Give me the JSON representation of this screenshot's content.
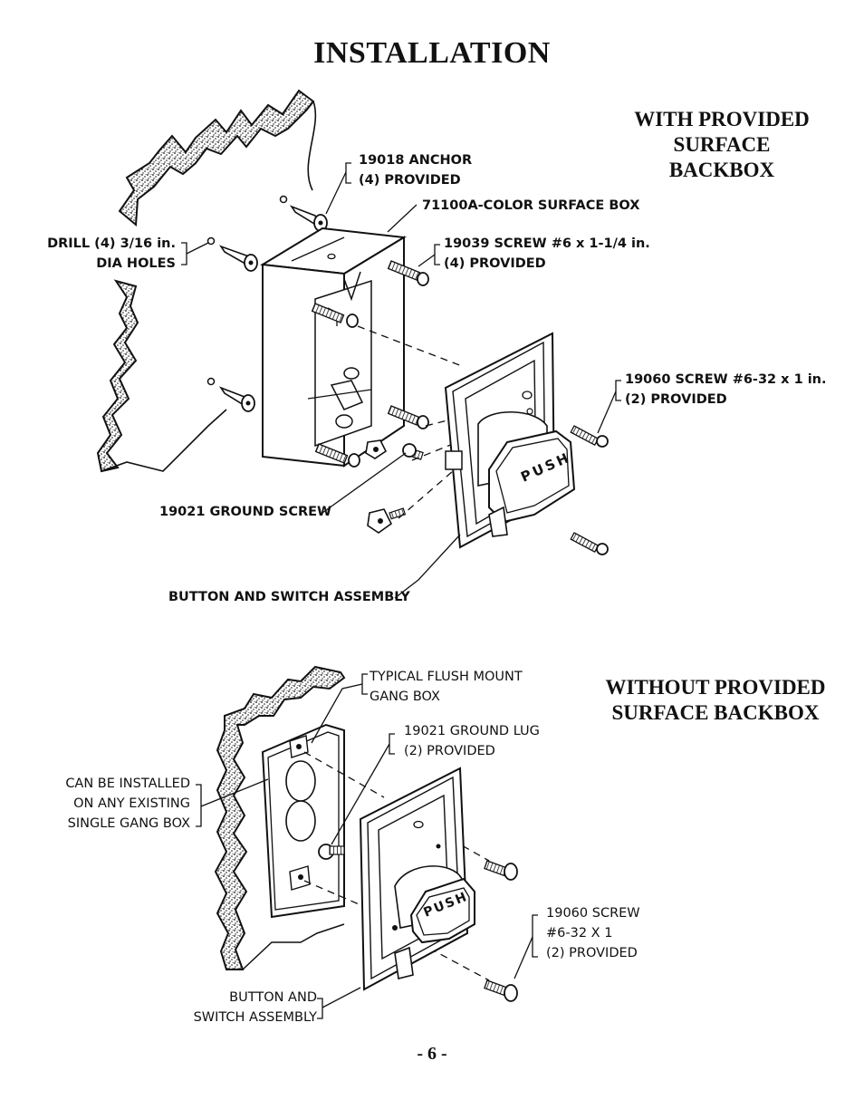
{
  "page": {
    "title": "INSTALLATION",
    "page_number": "- 6 -"
  },
  "top_section": {
    "heading_lines": [
      "WITH PROVIDED",
      "SURFACE",
      "BACKBOX"
    ],
    "labels": {
      "anchor": [
        "19018 ANCHOR",
        "(4) PROVIDED"
      ],
      "surface_box": "71100A-COLOR SURFACE BOX",
      "drill": [
        "DRILL (4) 3/16 in.",
        "DIA HOLES"
      ],
      "screw_19039": [
        "19039 SCREW #6 x 1-1/4 in.",
        "(4) PROVIDED"
      ],
      "screw_19060": [
        "19060 SCREW #6-32 x 1 in.",
        "(2) PROVIDED"
      ],
      "ground_screw": "19021 GROUND SCREW",
      "assembly": "BUTTON AND SWITCH ASSEMBLY"
    },
    "button_text": "PUSH"
  },
  "bottom_section": {
    "heading_lines": [
      "WITHOUT PROVIDED",
      "SURFACE BACKBOX"
    ],
    "labels": {
      "gang_box": [
        "TYPICAL FLUSH MOUNT",
        "GANG BOX"
      ],
      "ground_lug": [
        "19021 GROUND LUG",
        "(2) PROVIDED"
      ],
      "existing_box": [
        "CAN BE INSTALLED",
        "ON ANY EXISTING",
        "SINGLE GANG BOX"
      ],
      "screw_19060": [
        "19060 SCREW",
        "#6-32 X 1",
        "(2) PROVIDED"
      ],
      "assembly": [
        "BUTTON AND",
        "SWITCH ASSEMBLY"
      ]
    },
    "button_text": "PUSH"
  }
}
